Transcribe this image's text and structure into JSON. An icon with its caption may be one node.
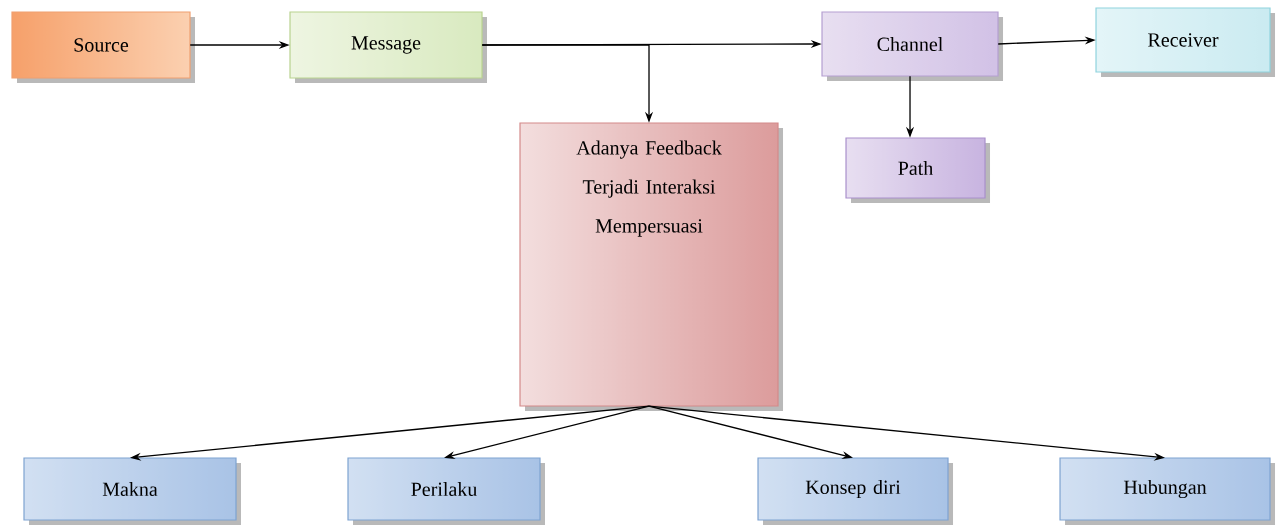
{
  "diagram": {
    "nodes": [
      {
        "text": [
          "Source"
        ]
      },
      {
        "text": [
          "Message"
        ]
      },
      {
        "text": [
          "Channel"
        ]
      },
      {
        "text": [
          "Receiver"
        ]
      },
      {
        "text": [
          "Adanya Feedback",
          "Terjadi Interaksi",
          "Mempersuasi"
        ]
      },
      {
        "text": [
          "Path"
        ]
      },
      {
        "text": [
          "Makna"
        ]
      },
      {
        "text": [
          "Perilaku"
        ]
      },
      {
        "text": [
          "Konsep diri"
        ]
      },
      {
        "text": [
          "Hubungan"
        ]
      }
    ],
    "edges": [
      {
        "from": 0,
        "to": 1,
        "arrow": "to"
      },
      {
        "from": 1,
        "to": 2,
        "arrow": "to"
      },
      {
        "from": 1,
        "to": 4,
        "arrow": "to"
      },
      {
        "from": 2,
        "to": 3,
        "arrow": "to"
      },
      {
        "from": 2,
        "to": 5,
        "arrow": "to"
      },
      {
        "from": 4,
        "to": 6,
        "arrow": "to"
      },
      {
        "from": 4,
        "to": 7,
        "arrow": "to"
      },
      {
        "from": 4,
        "to": 8,
        "arrow": "to"
      },
      {
        "from": 4,
        "to": 9,
        "arrow": "to"
      }
    ]
  }
}
